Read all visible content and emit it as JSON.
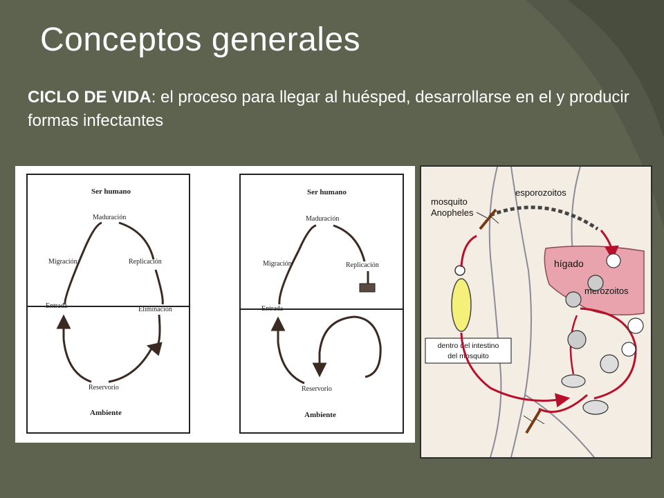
{
  "slide": {
    "title": "Conceptos generales",
    "subtitle_bold": "CICLO DE VIDA",
    "subtitle_rest": ": el proceso para llegar al huésped, desarrollarse en el y producir formas infectantes"
  },
  "diagram_left": {
    "top_label": "Ser humano",
    "bottom_label": "Ambiente",
    "nodes": [
      "Maduración",
      "Migración",
      "Replicación",
      "Entrada",
      "Eliminación",
      "Reservorio"
    ]
  },
  "diagram_middle": {
    "top_label": "Ser humano",
    "bottom_label": "Ambiente",
    "nodes": [
      "Maduración",
      "Migración",
      "Replicación",
      "Entrada",
      "Reservorio"
    ]
  },
  "diagram_right": {
    "labels": {
      "mosquito": "mosquito",
      "anopheles": "Anopheles",
      "esporozoitos": "esporozoitos",
      "higado": "hígado",
      "merozoitos": "merozoitos",
      "intestino_1": "dentro del intestino",
      "intestino_2": "del mosquito"
    }
  },
  "colors": {
    "background": "#5e6350",
    "text": "#ffffff",
    "cycle_red": "#b8102a",
    "liver": "#e9a3ad"
  }
}
